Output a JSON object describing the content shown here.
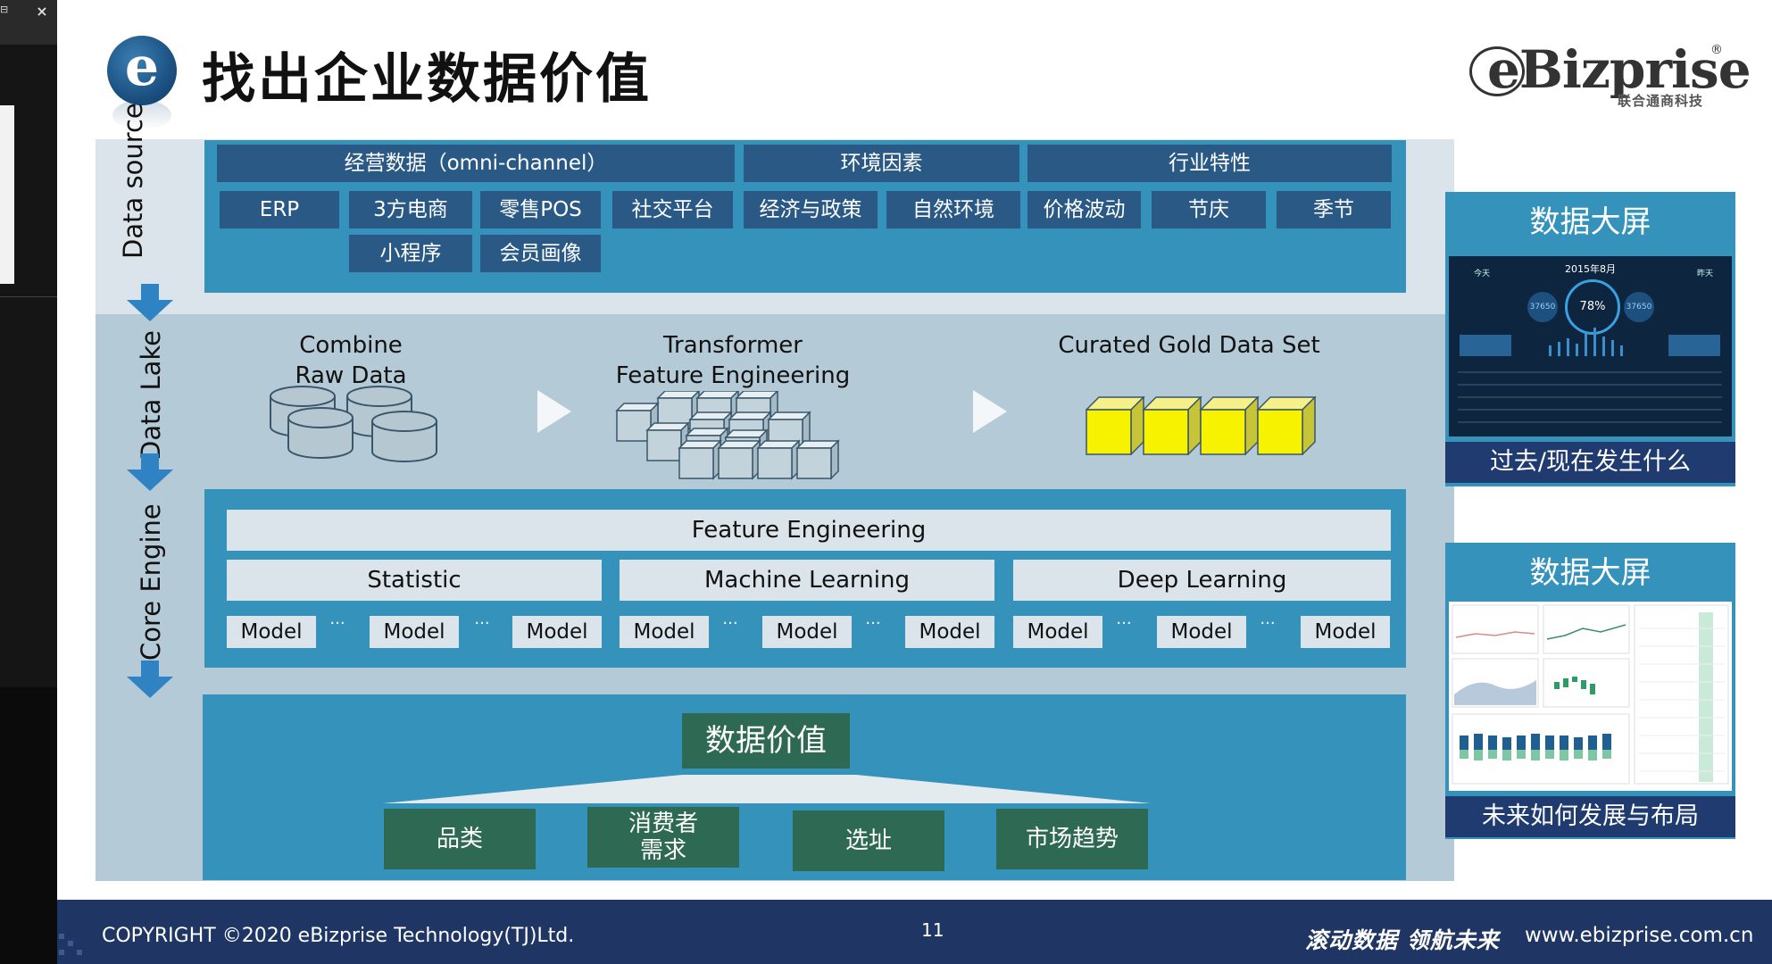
{
  "title": "找出企业数据价值",
  "brand": {
    "name": "eBizprise",
    "tagline": "联合通商科技",
    "reg": "®"
  },
  "side_labels": {
    "data_source": "Data source",
    "data_lake": "Data Lake",
    "core_engine": "Core Engine"
  },
  "source": {
    "headers": [
      "经营数据（omni-channel）",
      "环境因素",
      "行业特性"
    ],
    "items_row1": [
      "ERP",
      "3方电商",
      "零售POS",
      "社交平台",
      "经济与政策",
      "自然环境",
      "价格波动",
      "节庆",
      "季节"
    ],
    "items_row2": [
      "小程序",
      "会员画像"
    ]
  },
  "lake": {
    "steps": [
      "Combine\nRaw Data",
      "Transformer\nFeature Engineering",
      "Curated Gold Data Set"
    ]
  },
  "engine": {
    "header": "Feature Engineering",
    "methods": [
      "Statistic",
      "Machine Learning",
      "Deep Learning"
    ],
    "model_label": "Model",
    "dots": "···"
  },
  "value": {
    "title": "数据价值",
    "items": [
      "品类",
      "消费者\n需求",
      "选址",
      "市场趋势"
    ]
  },
  "cards": [
    {
      "title": "数据大屏",
      "caption": "过去/现在发生什么",
      "screen_label": "2015年8月",
      "left_label": "今天",
      "right_label": "昨天",
      "gauge": "78%",
      "left_num": "37650",
      "right_num": "37650"
    },
    {
      "title": "数据大屏",
      "caption": "未来如何发展与布局"
    }
  ],
  "footer": {
    "copyright": "COPYRIGHT ©2020 eBizprise Technology(TJ)Ltd.",
    "page": "11",
    "slogan": "滚动数据 领航未来",
    "website": "www.ebizprise.com.cn"
  }
}
